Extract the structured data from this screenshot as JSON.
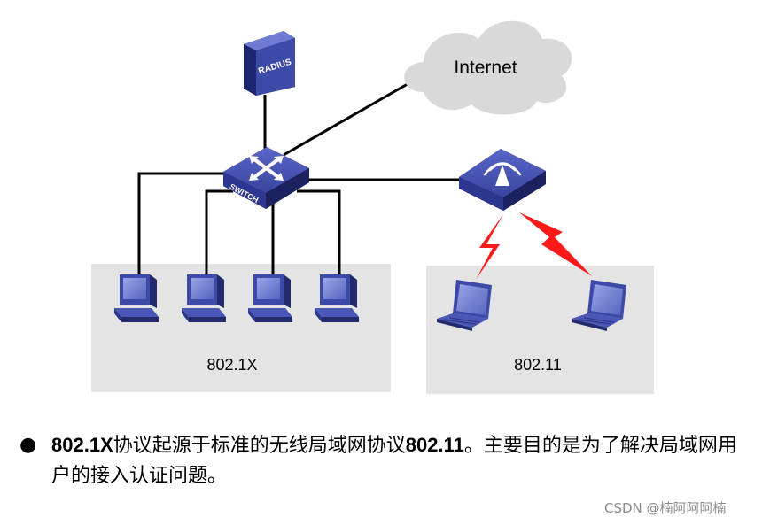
{
  "diagram": {
    "radius_label": "RADIUS",
    "switch_label": "SWITCH",
    "cloud_label": "Internet",
    "wired_zone_label": "802.1X",
    "wireless_zone_label": "802.11"
  },
  "colors": {
    "device_blue": "#3d4aa8",
    "device_dark": "#232a6e",
    "zone_gray": "#e4e4e4",
    "cloud_gray": "#d9d9d9",
    "lightning_red": "#ff1a1a"
  },
  "icons": [
    "radius-server-icon",
    "switch-icon",
    "internet-cloud-icon",
    "access-point-icon",
    "desktop-pc-icon",
    "laptop-icon",
    "lightning-icon"
  ],
  "caption": {
    "bold1": "802.1X",
    "text1": "协议起源于标准的无线局域网协议",
    "bold2": "802.11",
    "text2": "。主要目的是为了解决局域网用户的接入认证问题。"
  },
  "watermark": "CSDN @楠阿阿阿楠"
}
